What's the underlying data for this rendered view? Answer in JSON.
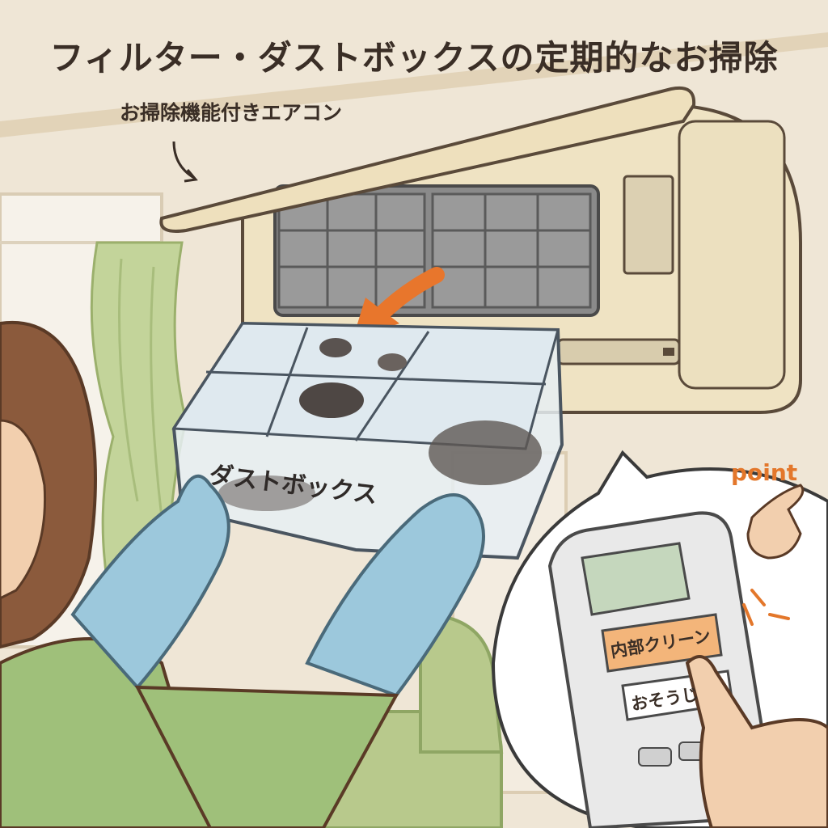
{
  "title": "フィルター・ダストボックスの定期的なお掃除",
  "ac_label": "お掃除機能付きエアコン",
  "dustbox_label": "ダストボックス",
  "point_label": "point",
  "remote": {
    "button_inner_clean": "内部クリーン",
    "button_souji": "おそうじ"
  },
  "colors": {
    "wall": "#efe6d6",
    "ac_body": "#efe3c3",
    "glove": "#9cc8dc",
    "arrow": "#e8762c",
    "curtain": "#c3d49a",
    "sofa": "#b8c98c",
    "shirt": "#9fc07a",
    "remote_highlight": "#f3b57a"
  }
}
